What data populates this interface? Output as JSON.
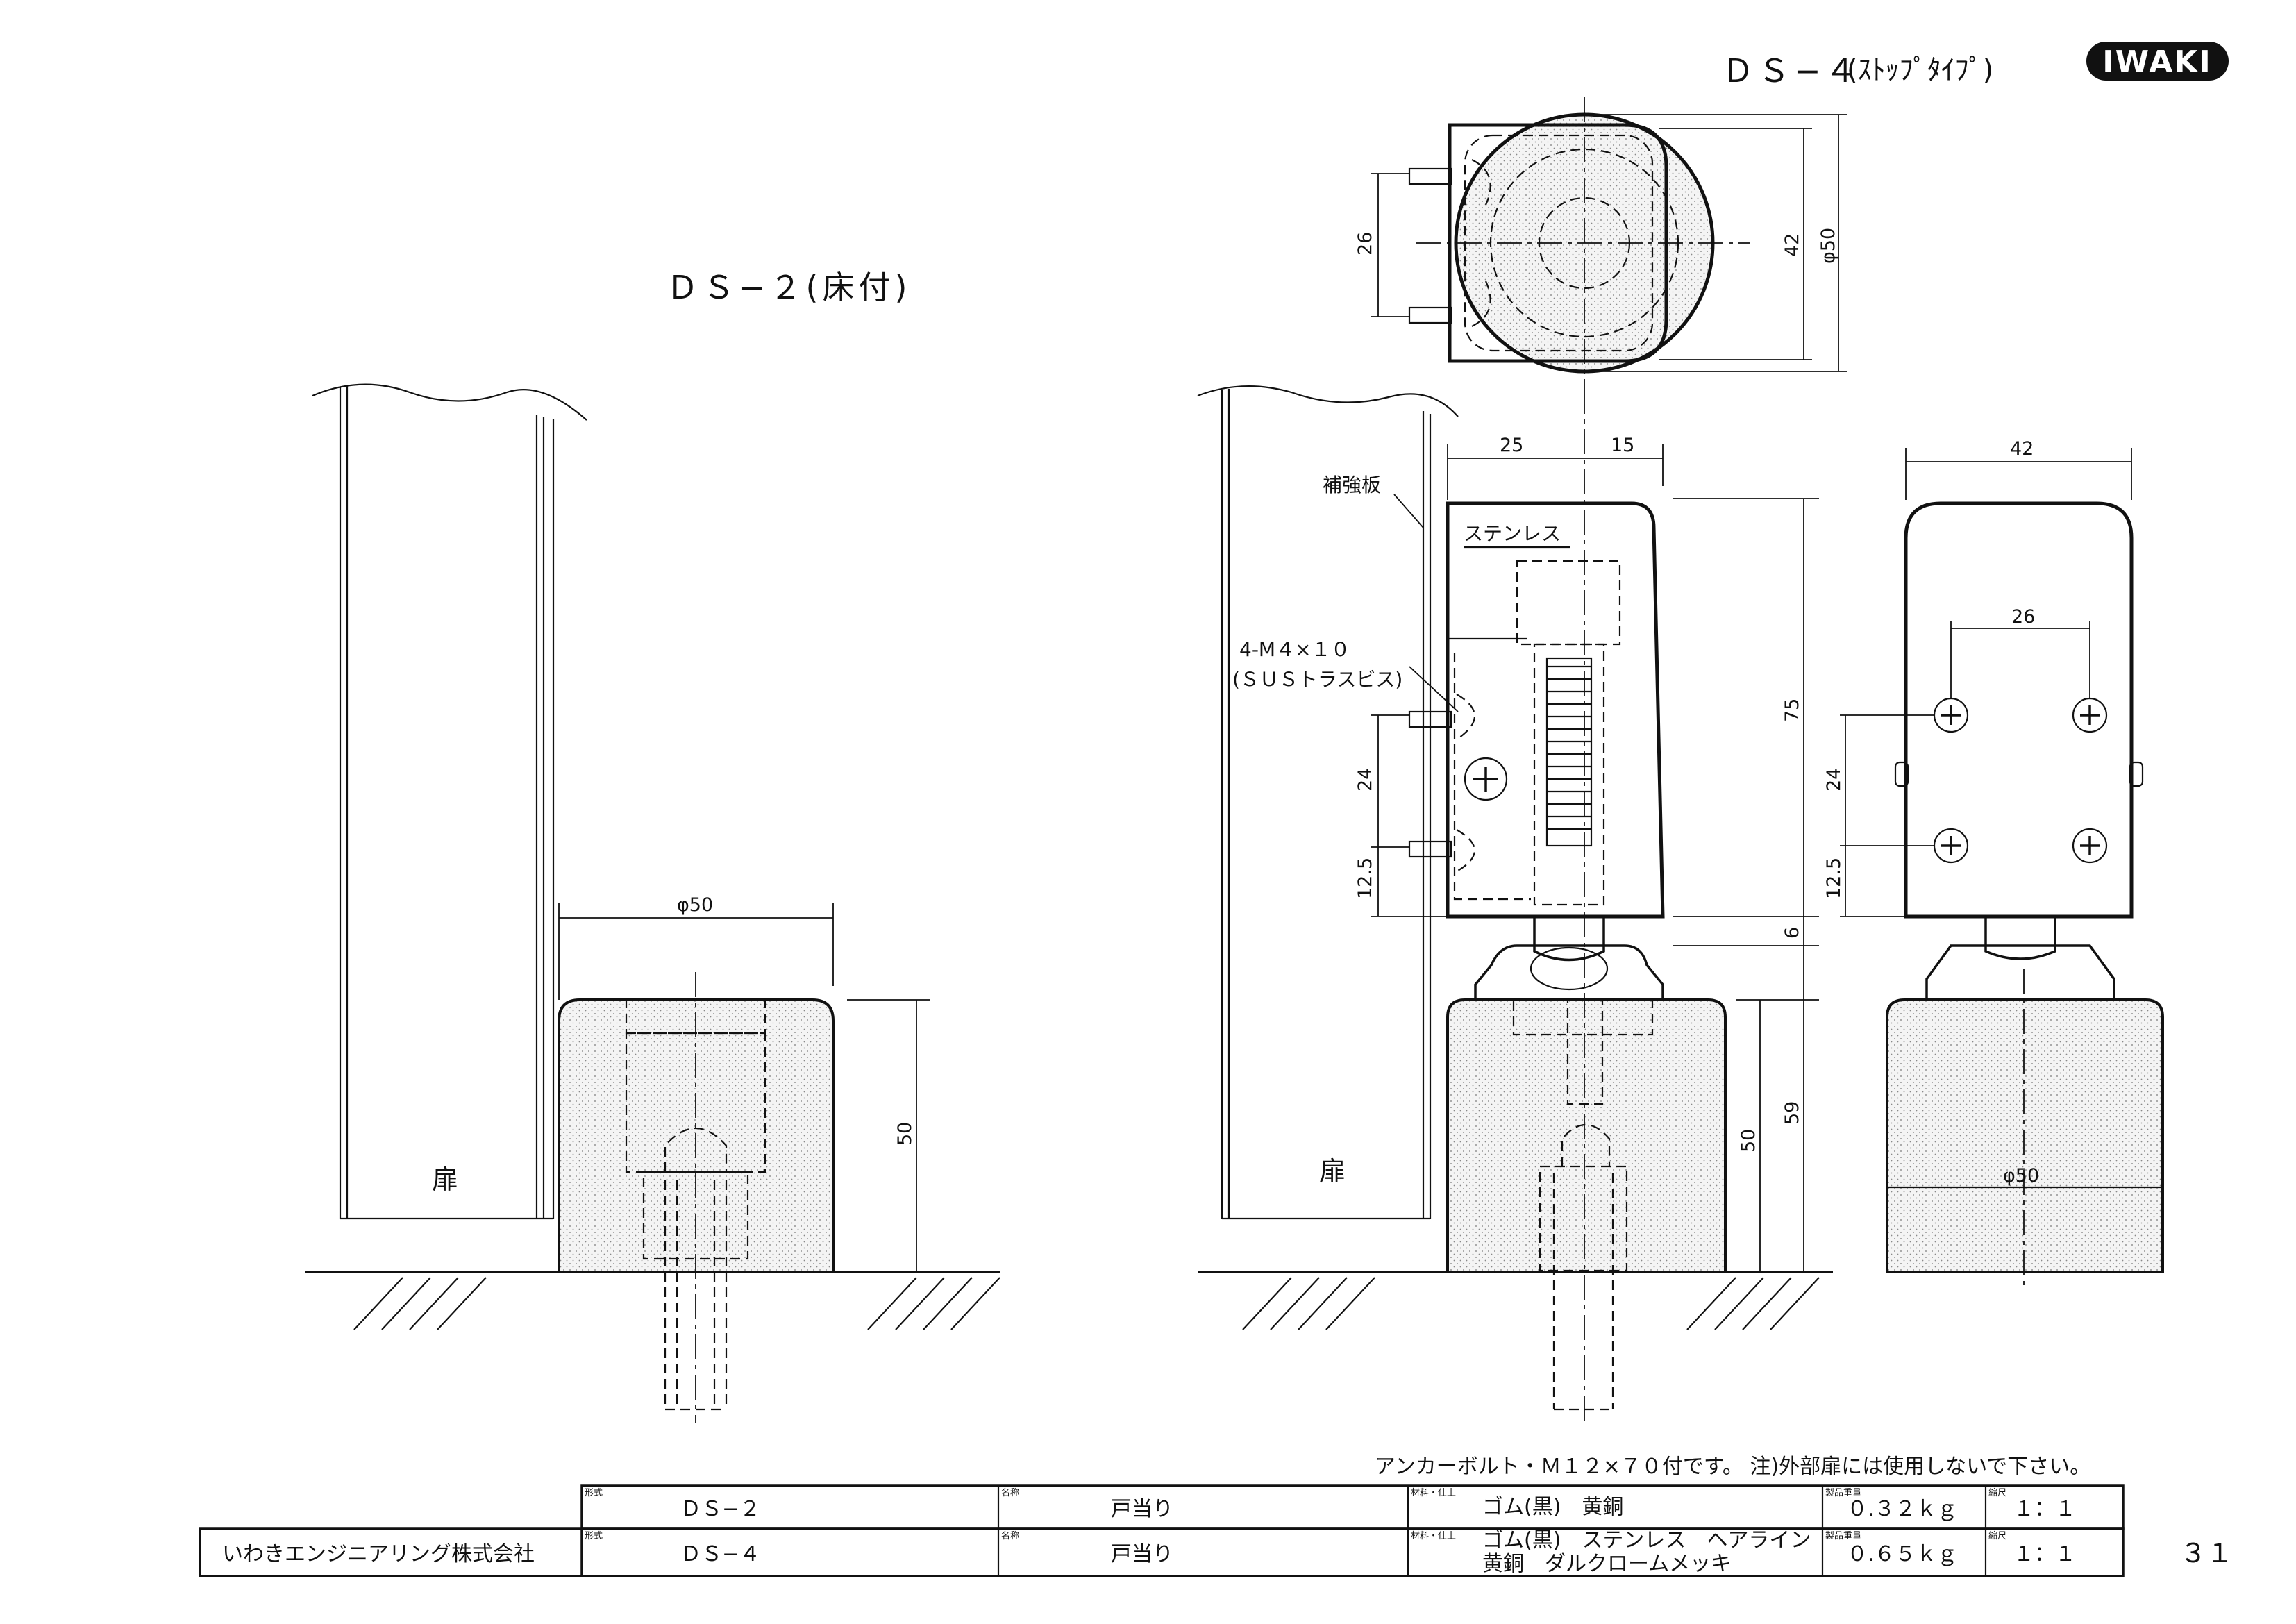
{
  "header": {
    "ds4_title": "ＤＳ−４",
    "ds4_subtitle": "(ｽﾄｯﾌﾟﾀｲﾌﾟ)",
    "logo_text": "IWAKI"
  },
  "ds2": {
    "title": "ＤＳ−２(床付)",
    "door_label": "扉",
    "dim_diameter": "φ50",
    "dim_height": "50"
  },
  "ds4_top": {
    "dim_26": "26",
    "dim_42": "42",
    "dim_phi50": "φ50"
  },
  "ds4_side": {
    "dim_25": "25",
    "dim_15": "15",
    "plate_label": "補強板",
    "stainless_label": "ステンレス",
    "screw_label_1": "4-M４×１０",
    "screw_label_2": "(ＳＵＳトラスビス)",
    "dim_24": "24",
    "dim_12_5": "12.5",
    "dim_75": "75",
    "dim_6": "6",
    "dim_59": "59",
    "dim_50": "50",
    "door_label": "扉"
  },
  "ds4_front": {
    "dim_42": "42",
    "dim_26": "26",
    "dim_24": "24",
    "dim_12_5": "12.5",
    "dim_phi50": "φ50"
  },
  "notes": {
    "anchor_note": "アンカーボルト・Ｍ１２×７０付です。 注)外部扉には使用しないで下さい。"
  },
  "title_block": {
    "company": "いわきエンジニアリング株式会社",
    "labels": {
      "model": "形式",
      "name": "名称",
      "material": "材料・仕上",
      "weight": "製品重量",
      "scale": "縮尺"
    },
    "rows": [
      {
        "model": "ＤＳ−２",
        "name": "戸当り",
        "material": "ゴム(黒)　黄銅",
        "material_line2": "",
        "weight": "０.３２ｋｇ",
        "scale": "１：１"
      },
      {
        "model": "ＤＳ−４",
        "name": "戸当り",
        "material": "ゴム(黒)　ステンレス　ヘアライン",
        "material_line2": "黄銅　ダルクロームメッキ",
        "weight": "０.６５ｋｇ",
        "scale": "１：１"
      }
    ]
  },
  "page_number": "３１"
}
